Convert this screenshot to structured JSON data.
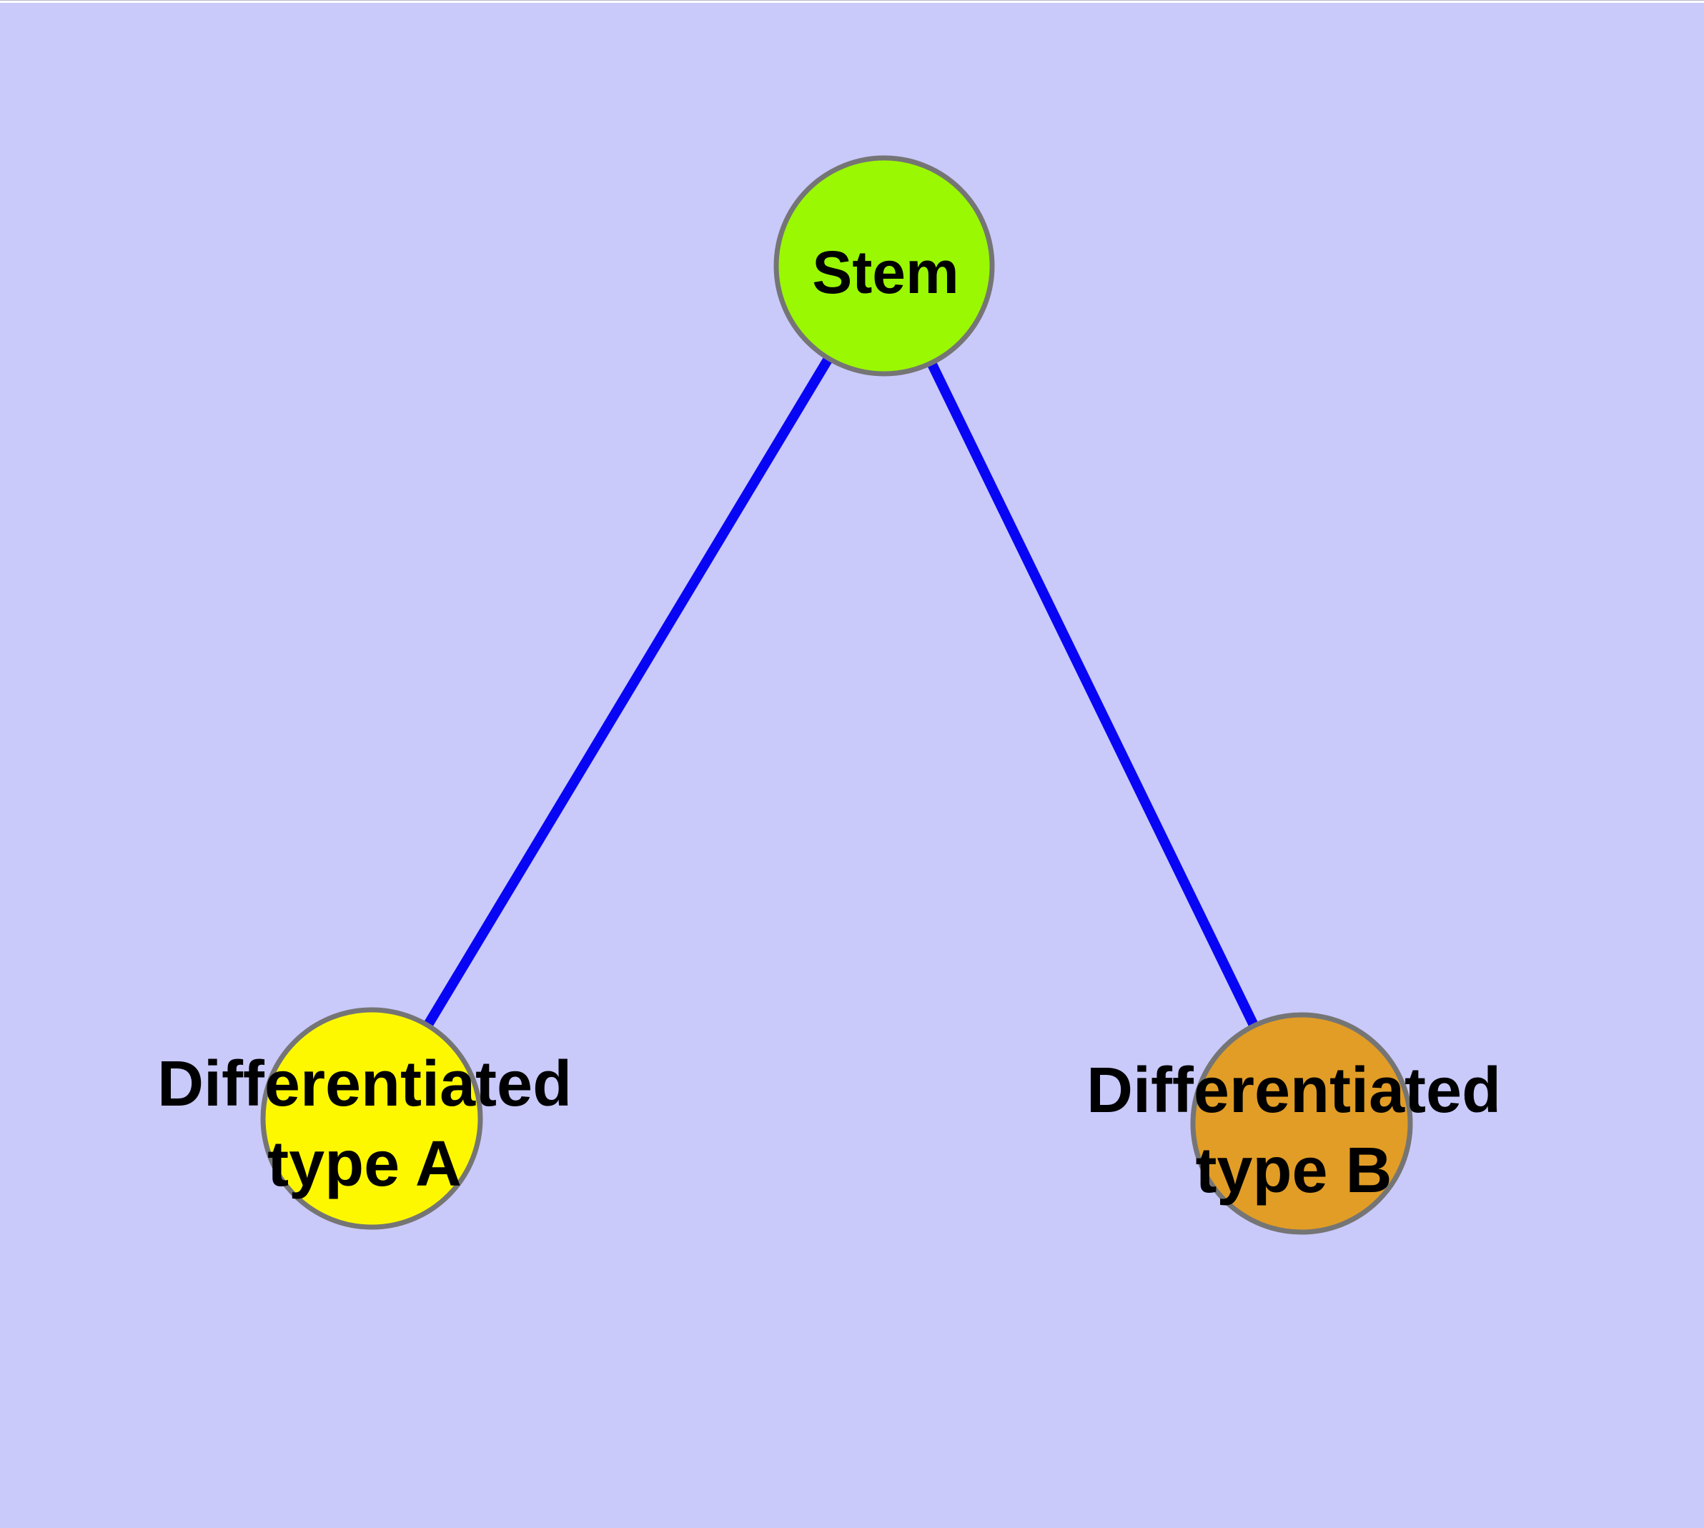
{
  "diagram": {
    "type": "graph",
    "background_color": "#c9c9fa",
    "edge_color": "#0805f5",
    "node_border_color": "#757575",
    "text_color": "#000000",
    "nodes": [
      {
        "id": "stem",
        "label": "Stem",
        "label_line1": "Stem",
        "label_line2": "",
        "color": "#9af803"
      },
      {
        "id": "type_a",
        "label": "Differentiated type A",
        "label_line1": "Differentiated",
        "label_line2": "type A",
        "color": "#fdf800"
      },
      {
        "id": "type_b",
        "label": "Differentiated type B",
        "label_line1": "Differentiated",
        "label_line2": "type B",
        "color": "#e19d26"
      }
    ],
    "edges": [
      {
        "from": "Stem",
        "to": "Differentiated type A"
      },
      {
        "from": "Stem",
        "to": "Differentiated type B"
      }
    ]
  }
}
